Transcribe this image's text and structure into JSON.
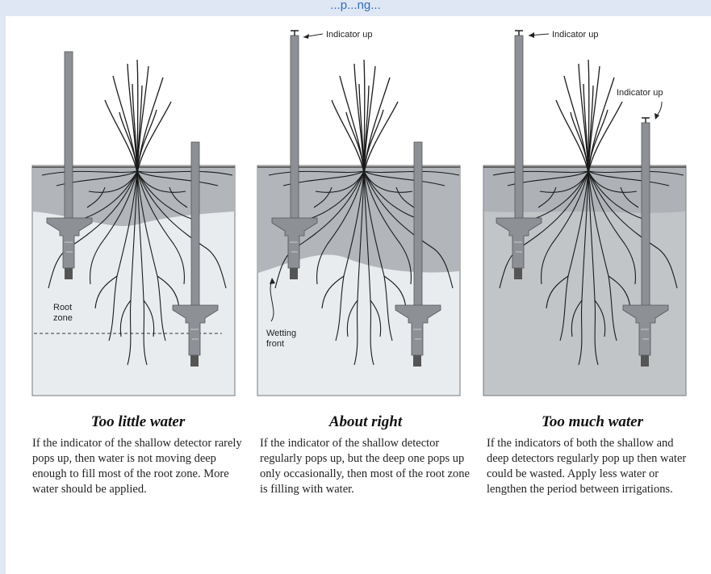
{
  "header": {
    "title": "...p...ng..."
  },
  "labels": {
    "indicator_up": "Indicator up",
    "root_zone_line1": "Root",
    "root_zone_line2": "zone",
    "wetting_front_line1": "Wetting",
    "wetting_front_line2": "front"
  },
  "panels": [
    {
      "title": "Too little water",
      "description": "If the indicator of the shallow detector rarely pops up, then water is not moving deep enough to fill most of the root zone. More water should be applied."
    },
    {
      "title": "About right",
      "description": "If the indicator of the shallow detector regularly pops up, but the deep one pops up only occasionally, then most of the root zone is filling with water."
    },
    {
      "title": "Too much water",
      "description": "If the indicators of both the shallow and deep detectors regularly pop up then water could be wasted. Apply less water or lengthen the period between irrigations."
    }
  ],
  "colors": {
    "dry_soil": "#e9ecef",
    "wet_soil": "#b2b6ba",
    "saturated_soil": "#c2c5c8",
    "detector": "#8d9196",
    "roots": "#1a1a1a"
  }
}
